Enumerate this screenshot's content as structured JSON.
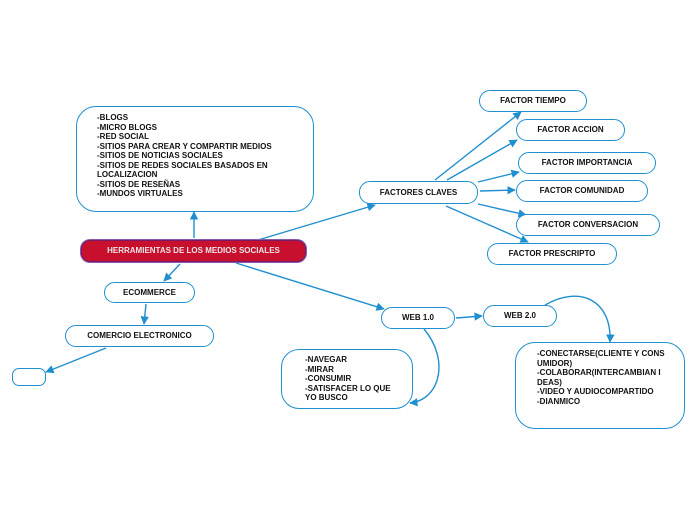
{
  "diagram": {
    "central": "HERRAMIENTAS DE LOS MEDIOS SOCIALES",
    "herramientas": "-BLOGS\n-MICRO BLOGS\n-RED SOCIAL\n-SITIOS PARA CREAR Y COMPARTIR MEDIOS\n-SITIOS DE NOTICIAS SOCIALES\n-SITIOS DE REDES SOCIALES BASADOS EN LOCALIZACION\n-SITIOS DE RESEÑAS\n-MUNDOS VIRTUALES",
    "factores_claves": "FACTORES CLAVES",
    "factores": [
      "FACTOR TIEMPO",
      "FACTOR ACCION",
      "FACTOR IMPORTANCIA",
      "FACTOR COMUNIDAD",
      "FACTOR CONVERSACION",
      "FACTOR PRESCRIPTO"
    ],
    "ecommerce": "ECOMMERCE",
    "comercio": "COMERCIO ELECTRONICO",
    "empty_node": "",
    "web1": "WEB 1.0",
    "web1_list": "-NAVEGAR\n-MIRAR\n-CONSUMIR\n-SATISFACER LO QUE YO BUSCO",
    "web2": "WEB 2.0",
    "web2_list": "-CONECTARSE(CLIENTE Y CONSUMIDOR)\n-COLABORAR(INTERCAMBIAN IDEAS)\n-VIDEO Y AUDIOCOMPARTIDO\n-DIANMICO"
  },
  "colors": {
    "accent": "#1f8fd0",
    "central_fill": "#c8102e",
    "central_text": "#f0e6e6",
    "node_text": "#111111"
  }
}
